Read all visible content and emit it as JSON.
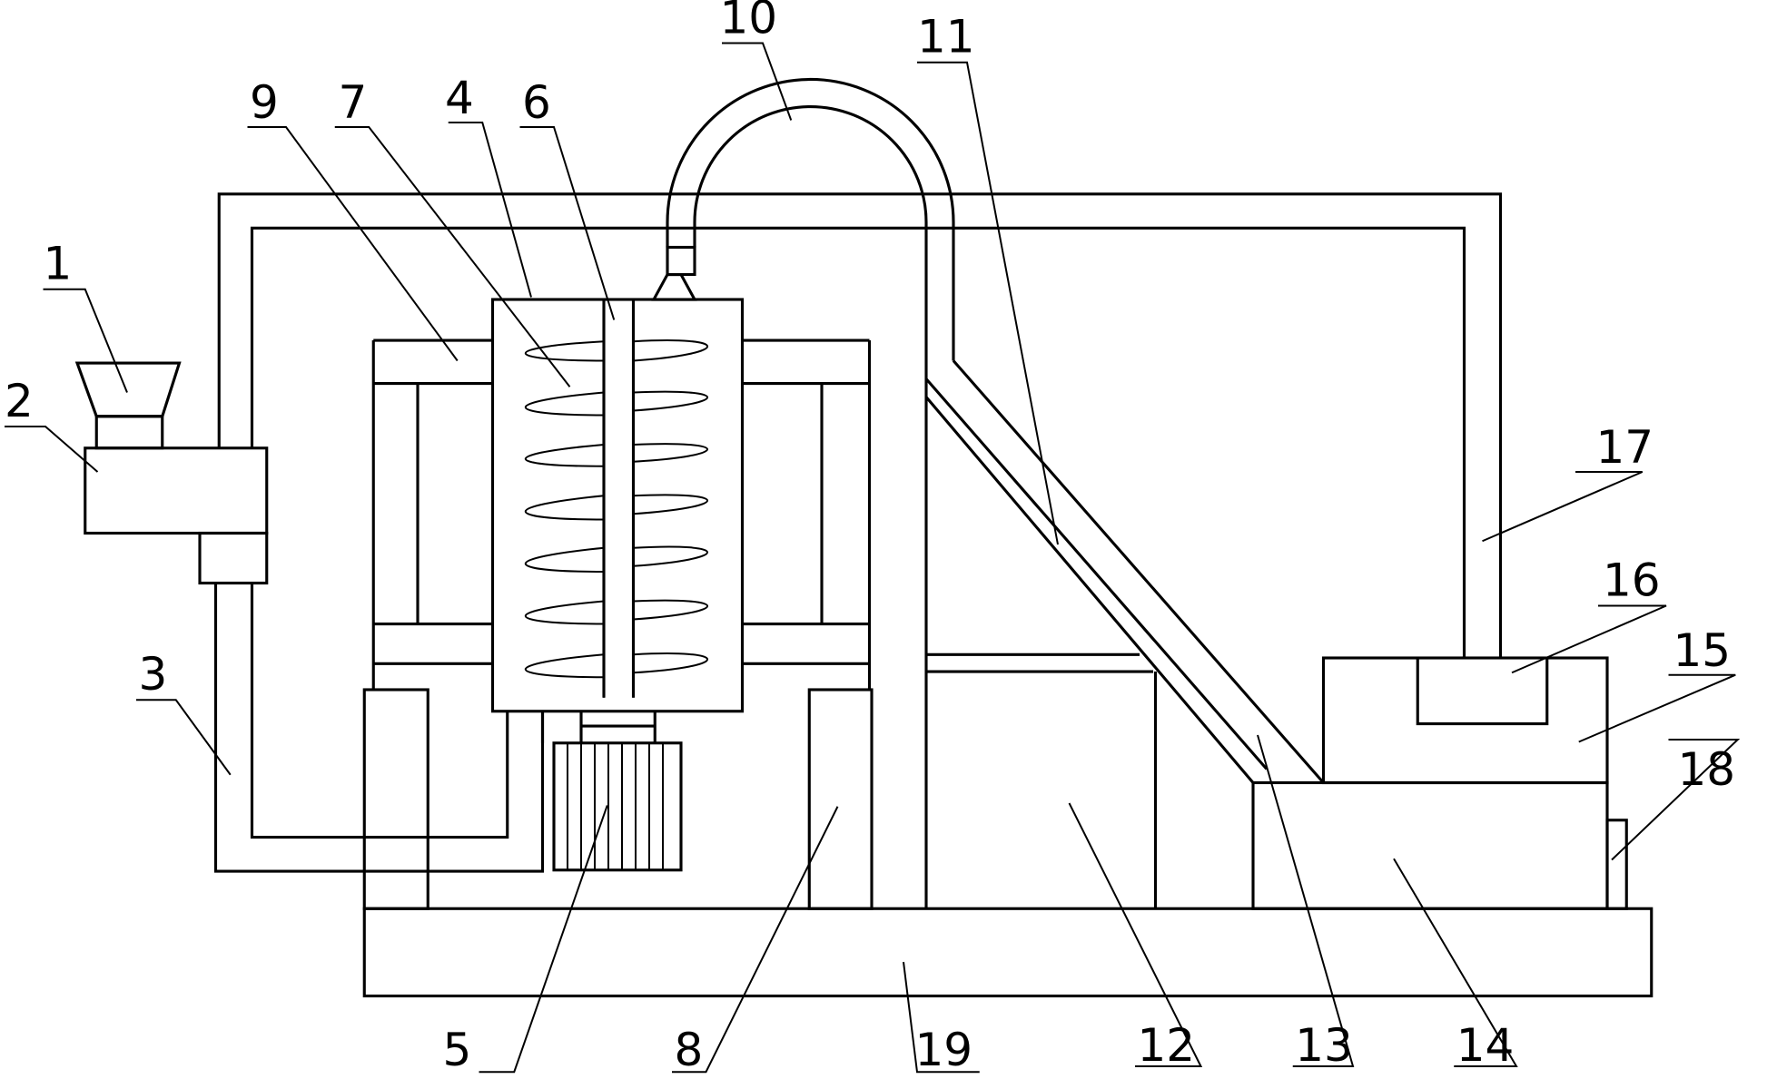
{
  "diagram": {
    "line_color": "#000000",
    "background": "#ffffff",
    "labels": [
      {
        "id": "1",
        "text": "1"
      },
      {
        "id": "2",
        "text": "2"
      },
      {
        "id": "3",
        "text": "3"
      },
      {
        "id": "4",
        "text": "4"
      },
      {
        "id": "5",
        "text": "5"
      },
      {
        "id": "6",
        "text": "6"
      },
      {
        "id": "7",
        "text": "7"
      },
      {
        "id": "8",
        "text": "8"
      },
      {
        "id": "9",
        "text": "9"
      },
      {
        "id": "10",
        "text": "10"
      },
      {
        "id": "11",
        "text": "11"
      },
      {
        "id": "12",
        "text": "12"
      },
      {
        "id": "13",
        "text": "13"
      },
      {
        "id": "14",
        "text": "14"
      },
      {
        "id": "15",
        "text": "15"
      },
      {
        "id": "16",
        "text": "16"
      },
      {
        "id": "17",
        "text": "17"
      },
      {
        "id": "18",
        "text": "18"
      },
      {
        "id": "19",
        "text": "19"
      }
    ]
  }
}
